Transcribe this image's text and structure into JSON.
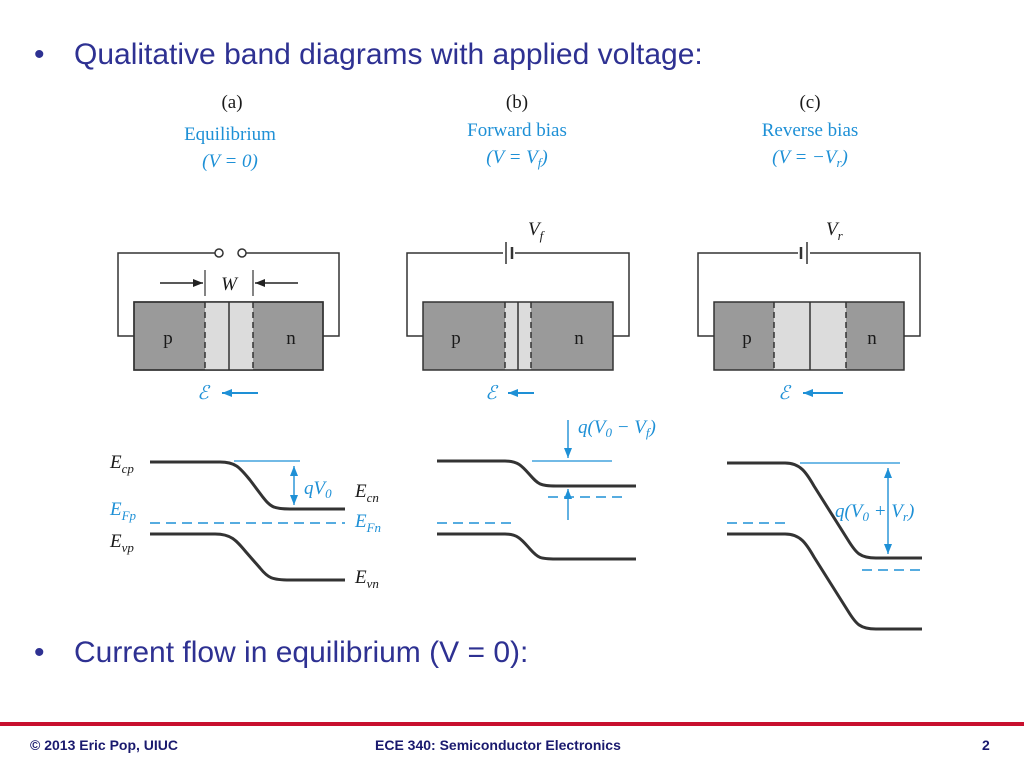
{
  "bullets": {
    "first": "Qualitative band diagrams with applied voltage:",
    "second": "Current flow in equilibrium (V = 0):",
    "marker": "•"
  },
  "panels": {
    "a": {
      "letter": "(a)",
      "title": "Equilibrium",
      "condition": "(V = 0)"
    },
    "b": {
      "letter": "(b)",
      "title": "Forward bias",
      "condition": "(V = V",
      "condition_sub": "f",
      "condition_end": ")",
      "source": "V",
      "source_sub": "f"
    },
    "c": {
      "letter": "(c)",
      "title": "Reverse bias",
      "condition": "(V = −V",
      "condition_sub": "r",
      "condition_end": ")",
      "source": "V",
      "source_sub": "r"
    }
  },
  "device": {
    "p_label": "p",
    "n_label": "n",
    "width_label": "W",
    "field_symbol": "ℰ"
  },
  "bands": {
    "ecp": "E",
    "ecp_sub": "cp",
    "efp": "E",
    "efp_sub": "Fp",
    "evp": "E",
    "evp_sub": "vp",
    "ecn": "E",
    "ecn_sub": "cn",
    "efn": "E",
    "efn_sub": "Fn",
    "evn": "E",
    "evn_sub": "vn",
    "qv0": "qV",
    "qv0_sub": "0",
    "fwd_barrier": "q(V",
    "fwd_barrier_sub1": "0",
    "fwd_barrier_mid": " − V",
    "fwd_barrier_sub2": "f",
    "fwd_barrier_end": ")",
    "rev_barrier": "q(V",
    "rev_barrier_sub1": "0",
    "rev_barrier_mid": " + V",
    "rev_barrier_sub2": "r",
    "rev_barrier_end": ")"
  },
  "colors": {
    "accent_blue": "#1e90d6",
    "device_gray": "#9a9a9a",
    "depletion_gray": "#dcdcdc",
    "band_line": "#333333",
    "title_blue": "#2e3192",
    "footer_red": "#c8102e"
  },
  "footer": {
    "left": "© 2013 Eric Pop, UIUC",
    "center": "ECE 340: Semiconductor Electronics",
    "page": "2"
  }
}
